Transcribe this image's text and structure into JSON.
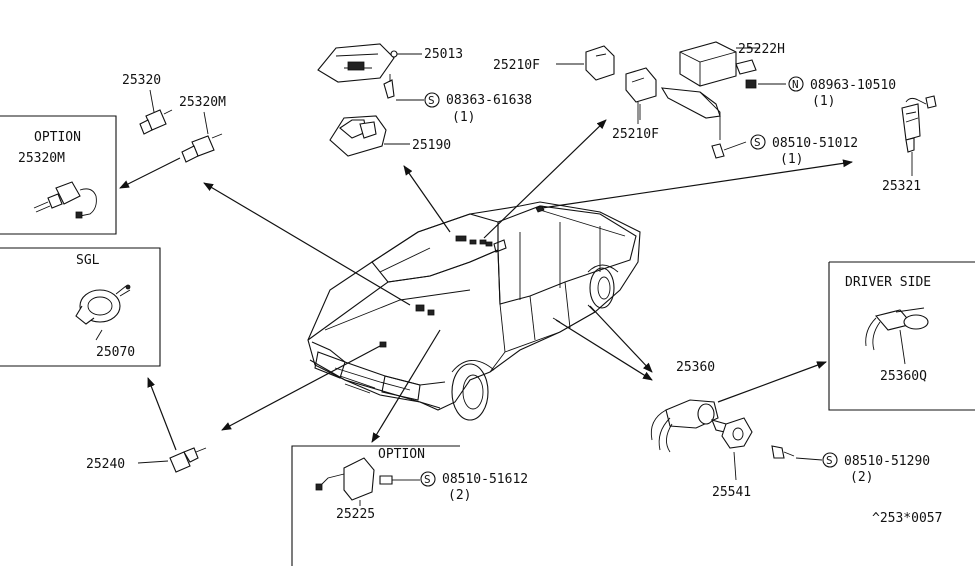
{
  "diagram": {
    "labels": {
      "p25013": "25013",
      "p25210F_top": "25210F",
      "p25222H": "25222H",
      "p08363": "08363-61638",
      "p08363_qty": "(1)",
      "p08963": "08963-10510",
      "p08963_qty": "(1)",
      "p25210F_bottom": "25210F",
      "p25320": "25320",
      "p25320M": "25320M",
      "p25190": "25190",
      "p08510_51012": "08510-51012",
      "p08510_51012_qty": "(1)",
      "p25321": "25321",
      "p25070": "25070",
      "p25360": "25360",
      "p25360Q": "25360Q",
      "p25240": "25240",
      "p08510_51612": "08510-51612",
      "p08510_51612_qty": "(2)",
      "p08510_51290": "08510-51290",
      "p08510_51290_qty": "(2)",
      "p25225": "25225",
      "p25541": "25541",
      "p25320M_option": "25320M"
    },
    "boxes": {
      "option_top": "OPTION",
      "sgl": "SGL",
      "driver_side": "DRIVER SIDE",
      "option_bottom": "OPTION"
    },
    "markers": {
      "s": "S",
      "n": "N"
    },
    "footer_code": "^253*0057"
  }
}
